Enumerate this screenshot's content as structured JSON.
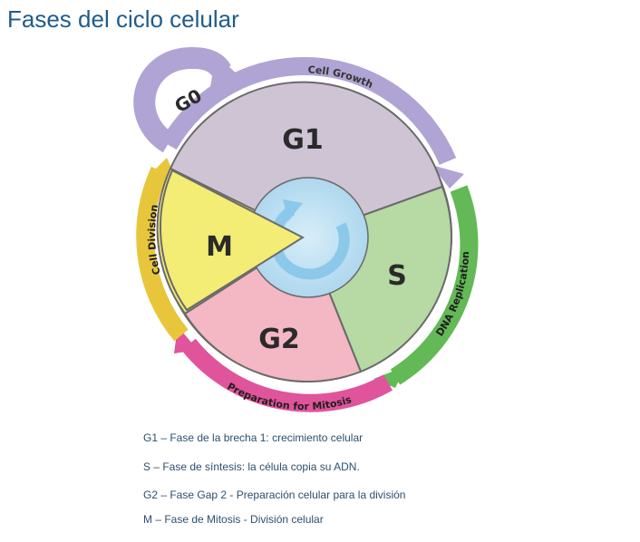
{
  "title": "Fases del ciclo celular",
  "diagram": {
    "phases": {
      "g1": "G1",
      "s": "S",
      "g2": "G2",
      "m": "M",
      "g0": "G0"
    },
    "arcs": {
      "cell_growth": "Cell Growth",
      "dna_replication": "DNA Replication",
      "preparation_for_mitosis": "Preparation for Mitosis",
      "cell_division": "Cell Division"
    },
    "colors": {
      "g1": "#cfc4d4",
      "s": "#b7d9a4",
      "g2": "#f4b7c4",
      "m": "#f3ec75",
      "center": "#c3e3f4",
      "cell_growth_arc": "#b0a4d4",
      "dna_replication_arc": "#62b955",
      "preparation_arc": "#e0549c",
      "cell_division_arc": "#e8c63c",
      "title": "#1f5c8c"
    }
  },
  "legend": [
    "G1 – Fase de la brecha 1: crecimiento celular",
    "S – Fase de síntesis: la célula copia su ADN.",
    "G2 – Fase Gap 2 - Preparación celular para la división",
    "M – Fase de Mitosis - División celular"
  ]
}
